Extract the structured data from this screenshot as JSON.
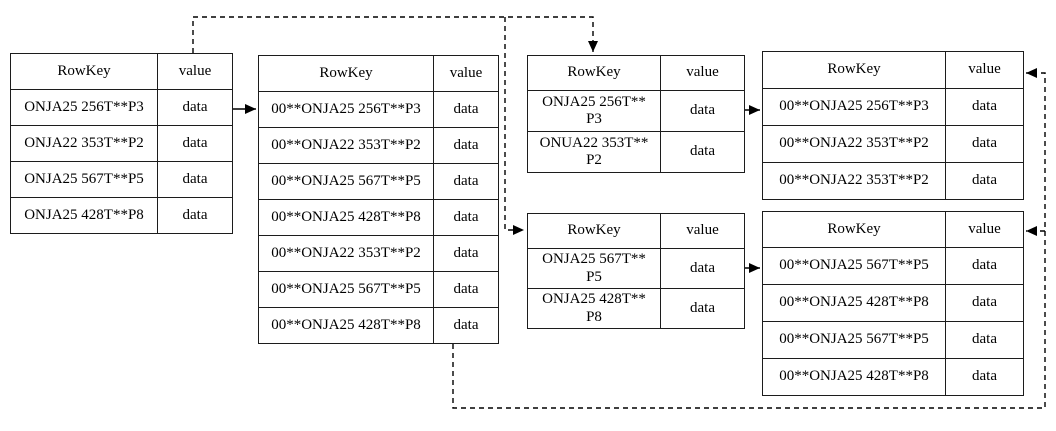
{
  "colors": {
    "line": "#000000",
    "background": "#ffffff",
    "text": "#000000"
  },
  "tables": [
    {
      "name": "table-1",
      "headers": [
        "RowKey",
        "value"
      ],
      "rows": [
        {
          "key": "ONJA25 256T**P3",
          "value": "data"
        },
        {
          "key": "ONJA22 353T**P2",
          "value": "data"
        },
        {
          "key": "ONJA25 567T**P5",
          "value": "data"
        },
        {
          "key": "ONJA25 428T**P8",
          "value": "data"
        }
      ]
    },
    {
      "name": "table-2",
      "headers": [
        "RowKey",
        "value"
      ],
      "rows": [
        {
          "key": "00**ONJA25 256T**P3",
          "value": "data"
        },
        {
          "key": "00**ONJA22 353T**P2",
          "value": "data"
        },
        {
          "key": "00**ONJA25 567T**P5",
          "value": "data"
        },
        {
          "key": "00**ONJA25 428T**P8",
          "value": "data"
        },
        {
          "key": "00**ONJA22 353T**P2",
          "value": "data"
        },
        {
          "key": "00**ONJA25 567T**P5",
          "value": "data"
        },
        {
          "key": "00**ONJA25 428T**P8",
          "value": "data"
        }
      ]
    },
    {
      "name": "table-3",
      "headers": [
        "RowKey",
        "value"
      ],
      "rows": [
        {
          "key": "ONJA25 256T**\nP3",
          "value": "data"
        },
        {
          "key": "ONUA22 353T**\nP2",
          "value": "data"
        }
      ]
    },
    {
      "name": "table-4",
      "headers": [
        "RowKey",
        "value"
      ],
      "rows": [
        {
          "key": "ONJA25 567T**\nP5",
          "value": "data"
        },
        {
          "key": "ONJA25 428T**\nP8",
          "value": "data"
        }
      ]
    },
    {
      "name": "table-5",
      "headers": [
        "RowKey",
        "value"
      ],
      "rows": [
        {
          "key": "00**ONJA25 256T**P3",
          "value": "data"
        },
        {
          "key": "00**ONJA22 353T**P2",
          "value": "data"
        },
        {
          "key": "00**ONJA22 353T**P2",
          "value": "data"
        }
      ]
    },
    {
      "name": "table-6",
      "headers": [
        "RowKey",
        "value"
      ],
      "rows": [
        {
          "key": "00**ONJA25 567T**P5",
          "value": "data"
        },
        {
          "key": "00**ONJA25 428T**P8",
          "value": "data"
        },
        {
          "key": "00**ONJA25 567T**P5",
          "value": "data"
        },
        {
          "key": "00**ONJA25 428T**P8",
          "value": "data"
        }
      ]
    }
  ]
}
